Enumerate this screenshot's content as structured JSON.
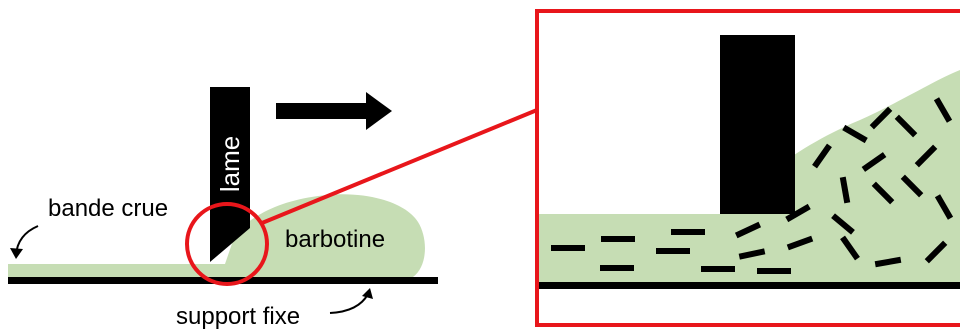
{
  "labels": {
    "blade": "lame",
    "green_tape": "bande crue",
    "slurry": "barbotine",
    "carrier": "support fixe"
  },
  "colors": {
    "slurry_fill": "#C6DDB4",
    "frame_red": "#E8161B",
    "blade_black": "#000000",
    "text": "#000000"
  }
}
